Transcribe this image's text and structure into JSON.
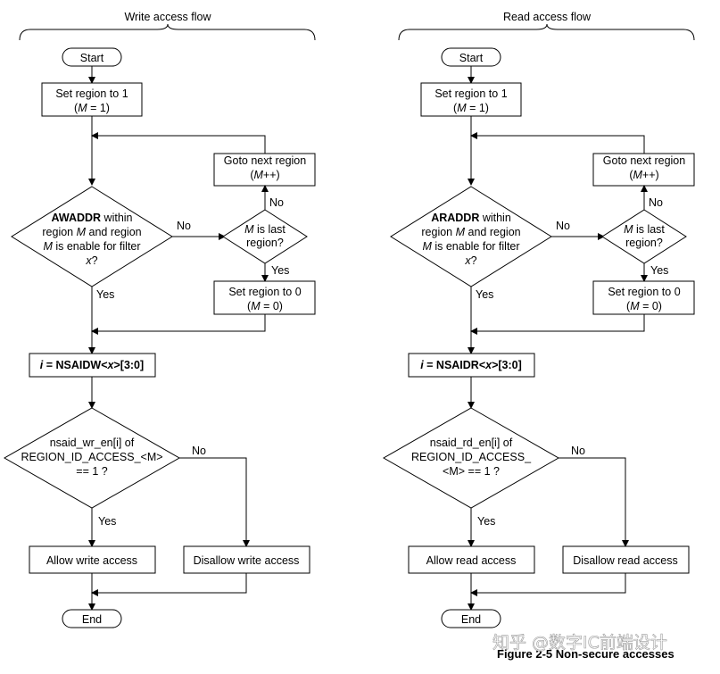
{
  "flows": [
    {
      "title": "Write access flow",
      "start": "Start",
      "set_region": [
        "Set region to 1",
        "(",
        "M",
        " = 1)"
      ],
      "goto_next": [
        "Goto next region",
        "(",
        "M",
        "++)"
      ],
      "cond_addr": {
        "bold": "AWADDR",
        "rest1": " within",
        "line2": "region M and region",
        "line3": "M is enable for filter",
        "line4": "x?"
      },
      "is_last": {
        "line1": "M is last",
        "line2": "region?"
      },
      "set_zero": [
        "Set region to 0",
        "(",
        "M",
        " = 0)"
      ],
      "assign": {
        "i": "i",
        "eq": " = NSAIDW<",
        "x": "x",
        "tail": ">[3:0]"
      },
      "cond_en": [
        "nsaid_wr_en[i] of",
        "REGION_ID_ACCESS_<M>",
        "== 1 ?"
      ],
      "allow": "Allow write access",
      "disallow": "Disallow write access",
      "end": "End"
    },
    {
      "title": "Read access flow",
      "start": "Start",
      "set_region": [
        "Set region to 1",
        "(",
        "M",
        " = 1)"
      ],
      "goto_next": [
        "Goto next region",
        "(",
        "M",
        "++)"
      ],
      "cond_addr": {
        "bold": "ARADDR",
        "rest1": " within",
        "line2": "region M and region",
        "line3": "M is enable for filter",
        "line4": "x?"
      },
      "is_last": {
        "line1": "M is last",
        "line2": "region?"
      },
      "set_zero": [
        "Set region to 0",
        "(",
        "M",
        " = 0)"
      ],
      "assign": {
        "i": "i",
        "eq": " = NSAIDR<",
        "x": "x",
        "tail": ">[3:0]"
      },
      "cond_en": [
        "nsaid_rd_en[i] of",
        "REGION_ID_ACCESS_",
        "<M> == 1 ?"
      ],
      "allow": "Allow read access",
      "disallow": "Disallow read access",
      "end": "End"
    }
  ],
  "labels": {
    "yes": "Yes",
    "no": "No"
  },
  "caption": "Figure 2-5 Non-secure accesses",
  "watermark": "知乎 @数字IC前端设计"
}
